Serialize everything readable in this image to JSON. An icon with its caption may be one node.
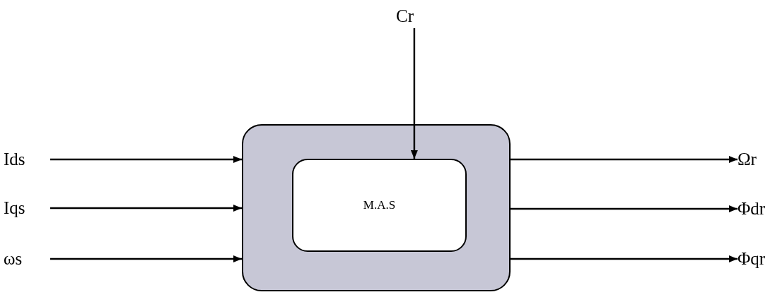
{
  "diagram": {
    "nodes": [
      {
        "text": [],
        "shape": "box"
      },
      {
        "text": [
          "M.A.S"
        ],
        "in": 0
      },
      {
        "text": [
          "Ids"
        ]
      },
      {
        "text": [
          "Iqs"
        ]
      },
      {
        "text": [
          "ωs"
        ]
      },
      {
        "text": [
          "Cr"
        ]
      },
      {
        "text": [
          "Ωr"
        ]
      },
      {
        "text": [
          "Φdr"
        ]
      },
      {
        "text": [
          "Φqr"
        ]
      }
    ],
    "edges": [
      {
        "from": 2,
        "to": 0,
        "arrow": "to"
      },
      {
        "from": 3,
        "to": 0,
        "arrow": "to"
      },
      {
        "from": 4,
        "to": 0,
        "arrow": "to"
      },
      {
        "from": 5,
        "to": 1,
        "arrow": "to"
      },
      {
        "from": 0,
        "to": 6,
        "arrow": "to"
      },
      {
        "from": 0,
        "to": 7,
        "arrow": "to"
      },
      {
        "from": 0,
        "to": 8,
        "arrow": "to"
      }
    ]
  }
}
